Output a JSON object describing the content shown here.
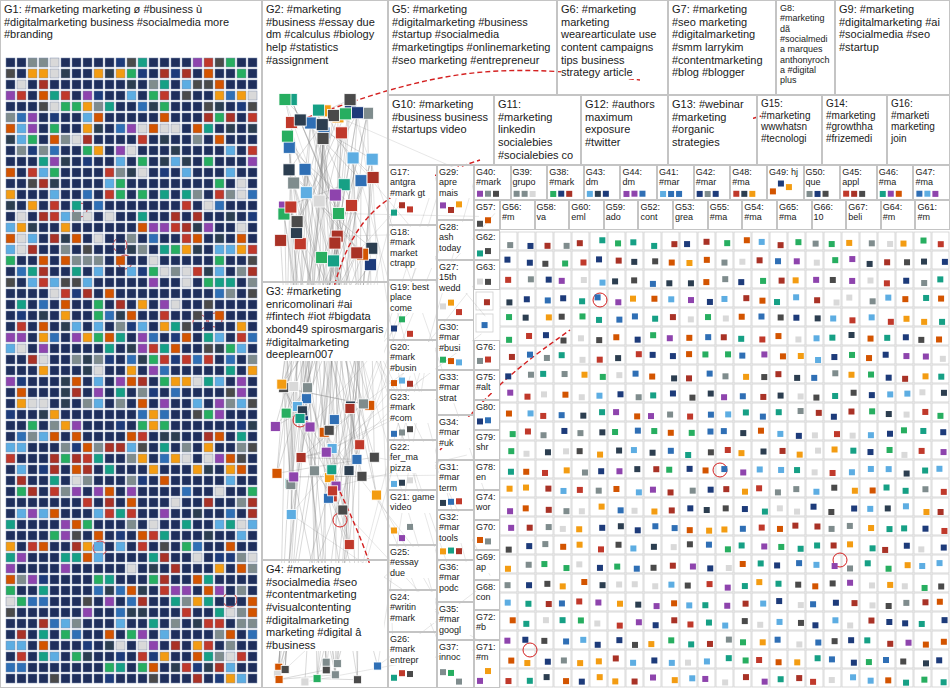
{
  "diagram": {
    "nodes": [
      {
        "text": [
          "G1: #marketing marketing ø #business ù #digitalmarketing business #socialmedia more #branding"
        ]
      },
      {
        "text": [
          "G2: #marketing #business #essay due dm #calculus #biology help #statistics #assignment"
        ]
      },
      {
        "text": [
          "G3: #marketing enricomolinari #ai #fintech #iot #bigdata xbond49 spirosmargaris #digitalmarketing deeplearn007"
        ]
      },
      {
        "text": [
          "G4: #marketing #socialmedia #seo #contentmarketing #visualcontenting #digitalmarketing marketing #digital â #business"
        ]
      },
      {
        "text": [
          "G5: #marketing #digitalmarketing #business #startup #socialmedia #marketingtips #onlinemarketing #seo marketing #entrepreneur"
        ]
      },
      {
        "text": [
          "G6: #marketing marketing wearearticulate use content campaigns tips business strategy article"
        ]
      },
      {
        "text": [
          "G7: #marketing #seo marketing #digitalmarketing #smm larrykim #contentmarketing #blog #blogger"
        ]
      },
      {
        "text": [
          "G8: #marketing dã #socialmedia marques anthonyrocha #digital plus"
        ]
      },
      {
        "text": [
          "G9: #marketing #digitalmarketing #ai #socialmedia #seo #startup"
        ]
      },
      {
        "text": [
          "G10: #marketing #business business #startups video"
        ]
      },
      {
        "text": [
          "G11: #marketing linkedin socialebies #socialebies co"
        ]
      },
      {
        "text": [
          "G12: #authors maximum exposure #twitter"
        ]
      },
      {
        "text": [
          "G13: #webinar #marketing #organic strategies"
        ]
      },
      {
        "text": [
          "G15: #marketing wwwhatsn #tecnologi"
        ]
      },
      {
        "text": [
          "G14: #marketing #growthha #frizemedi"
        ]
      },
      {
        "text": [
          "G16: #marketi marketing join"
        ]
      },
      {
        "text": [
          "G17: antgra #mark gt"
        ]
      },
      {
        "text": [
          "G18: #mark market ctrapp"
        ]
      },
      {
        "text": [
          "G19: best place come"
        ]
      },
      {
        "text": [
          "G20: #mark #busin"
        ]
      },
      {
        "text": [
          "G23: #mark #com"
        ]
      },
      {
        "text": [
          "G22: fer_ma pizza"
        ]
      },
      {
        "text": [
          "G21: game video"
        ]
      },
      {
        "text": [
          "G25: #essay due"
        ]
      },
      {
        "text": [
          "G24: #writin #mark"
        ]
      },
      {
        "text": [
          "G26: #mark entrepr"
        ]
      },
      {
        "text": [
          "G29: apre mais"
        ]
      },
      {
        "text": [
          "G28: ash today"
        ]
      },
      {
        "text": [
          "G27: 15th wedd"
        ]
      },
      {
        "text": [
          "G30: #mar #busi"
        ]
      },
      {
        "text": [
          "G33: #mar strat"
        ]
      },
      {
        "text": [
          "G34: #mar #uk"
        ]
      },
      {
        "text": [
          "G31: #mar term"
        ]
      },
      {
        "text": [
          "G32: #mar tools"
        ]
      },
      {
        "text": [
          "G36: #mar podc"
        ]
      },
      {
        "text": [
          "G35: #mar googl"
        ]
      },
      {
        "text": [
          "G37: innoc"
        ]
      },
      {
        "text": [
          "G40: #mark"
        ]
      },
      {
        "text": [
          "G39: grupo"
        ]
      },
      {
        "text": [
          "G38: #mark"
        ]
      },
      {
        "text": [
          "G43: dm"
        ]
      },
      {
        "text": [
          "G44: dm"
        ]
      },
      {
        "text": [
          "G41: #mar"
        ]
      },
      {
        "text": [
          "G42: #mar"
        ]
      },
      {
        "text": [
          "G48: #ma"
        ]
      },
      {
        "text": [
          "G49: hj"
        ]
      },
      {
        "text": [
          "G50: que"
        ]
      },
      {
        "text": [
          "G45: appl"
        ]
      },
      {
        "text": [
          "G46: #ma"
        ]
      },
      {
        "text": [
          "G47: #ma"
        ]
      },
      {
        "text": [
          "G56: #m"
        ]
      },
      {
        "text": [
          "G58: va"
        ]
      },
      {
        "text": [
          "G60: eml"
        ]
      },
      {
        "text": [
          "G59: ado"
        ]
      },
      {
        "text": [
          "G52: cont"
        ]
      },
      {
        "text": [
          "G53: grea"
        ]
      },
      {
        "text": [
          "G55: #ma"
        ]
      },
      {
        "text": [
          "G54: #ma"
        ]
      },
      {
        "text": [
          "G65: #ma"
        ]
      },
      {
        "text": [
          "G66: 10"
        ]
      },
      {
        "text": [
          "G67: beli"
        ]
      },
      {
        "text": [
          "G64: #m"
        ]
      },
      {
        "text": [
          "G61: #m"
        ]
      },
      {
        "text": [
          "G57:"
        ]
      },
      {
        "text": [
          "G62:"
        ]
      },
      {
        "text": [
          "G63:"
        ]
      },
      {
        "text": [
          "G76:"
        ]
      },
      {
        "text": [
          "G75: #alt"
        ]
      },
      {
        "text": [
          "G80:"
        ]
      },
      {
        "text": [
          "G79: shr"
        ]
      },
      {
        "text": [
          "G78: en"
        ]
      },
      {
        "text": [
          "G74: wor"
        ]
      },
      {
        "text": [
          "G70:"
        ]
      },
      {
        "text": [
          "G69: ap"
        ]
      },
      {
        "text": [
          "G68: con"
        ]
      },
      {
        "text": [
          "G72: #b"
        ]
      },
      {
        "text": [
          "G71: #m"
        ]
      }
    ]
  }
}
